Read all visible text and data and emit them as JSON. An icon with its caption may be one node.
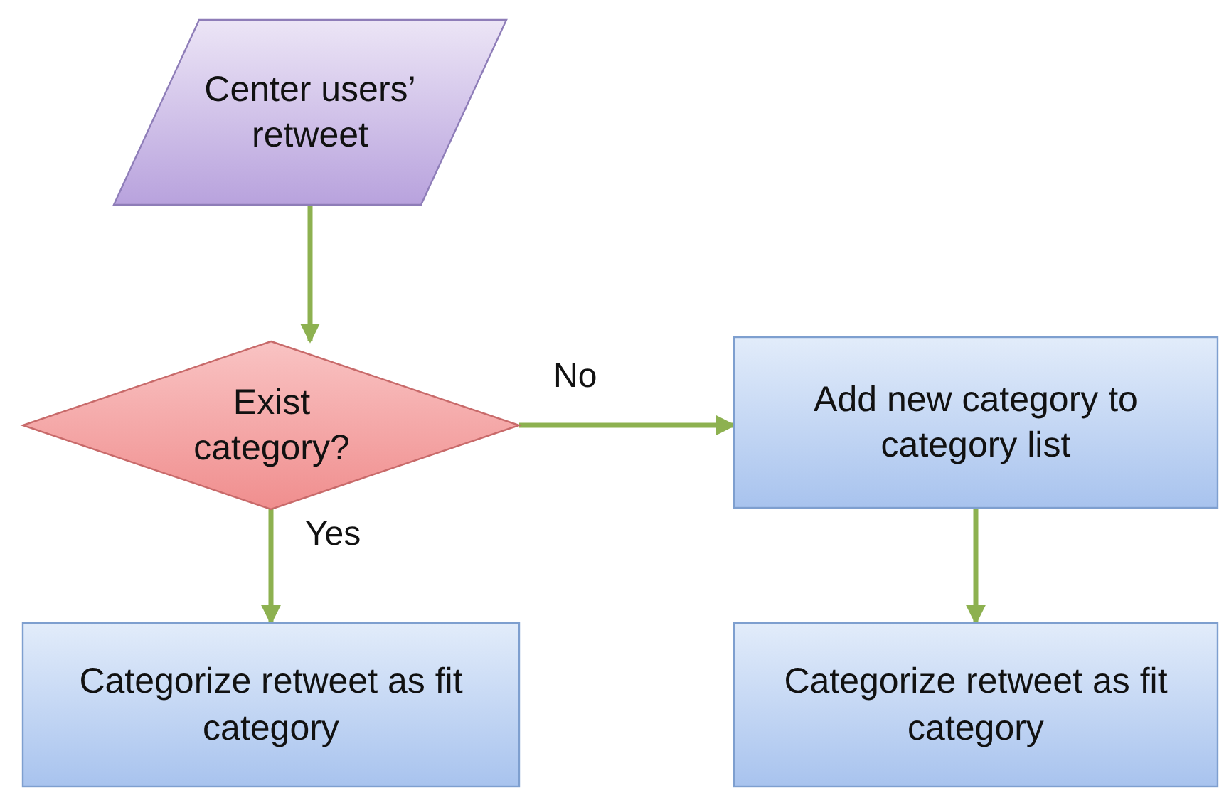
{
  "diagram": {
    "nodes": [
      {
        "text": [
          "Center users’ retweet"
        ]
      },
      {
        "text": [
          "Exist category?"
        ]
      },
      {
        "text": [
          "Add new category to category list"
        ]
      },
      {
        "text": [
          "Categorize retweet as fit category"
        ]
      },
      {
        "text": [
          "Categorize retweet as fit category"
        ]
      }
    ],
    "edges": [
      {
        "from": 0,
        "to": 1,
        "arrow": "to"
      },
      {
        "from": 1,
        "to": 2,
        "arrow": "to",
        "label": "No"
      },
      {
        "from": 1,
        "to": 3,
        "arrow": "to",
        "label": "Yes"
      },
      {
        "from": 2,
        "to": 4,
        "arrow": "to"
      }
    ]
  }
}
